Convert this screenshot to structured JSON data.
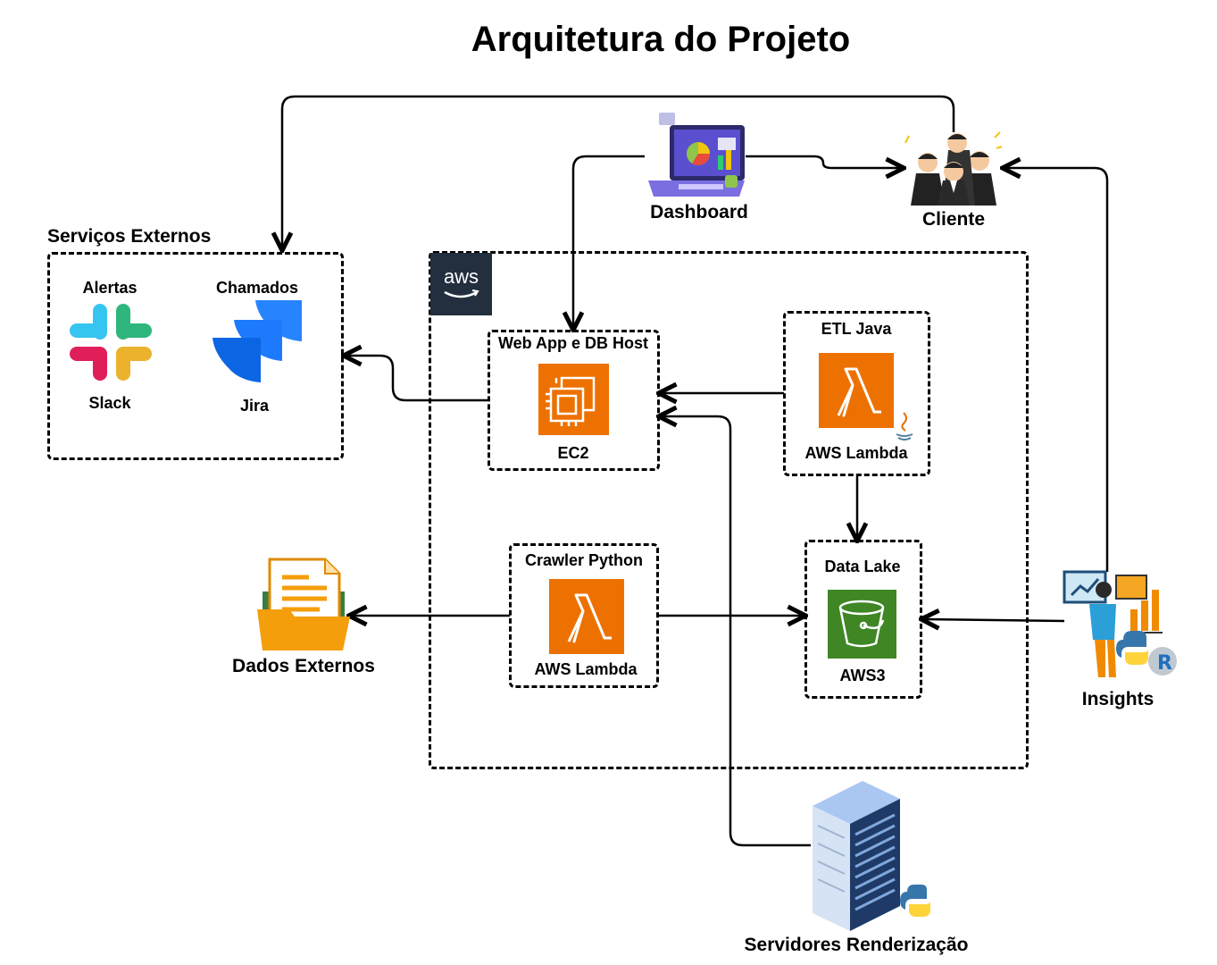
{
  "title": "Arquitetura do Projeto",
  "nodes": {
    "dashboard": "Dashboard",
    "cliente": "Cliente",
    "servicos_externos": "Serviços Externos",
    "alertas": "Alertas",
    "chamados": "Chamados",
    "slack": "Slack",
    "jira": "Jira",
    "aws_badge": "aws",
    "webapp": "Web App e DB Host",
    "ec2": "EC2",
    "etl": "ETL Java",
    "etl_lambda": "AWS Lambda",
    "crawler": "Crawler Python",
    "crawler_lambda": "AWS Lambda",
    "datalake": "Data Lake",
    "aws3": "AWS3",
    "dados_externos": "Dados Externos",
    "insights": "Insights",
    "servidores": "Servidores Renderização"
  },
  "colors": {
    "aws_orange": "#ED7100",
    "aws_dark": "#232F3E",
    "s3_green": "#3F8624",
    "folder_orange": "#F59E0B"
  }
}
